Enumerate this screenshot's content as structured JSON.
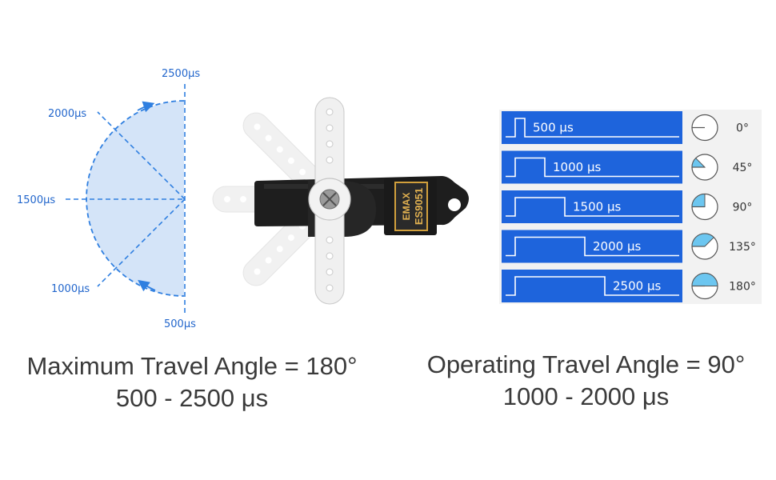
{
  "left_diagram": {
    "labels": {
      "p2500": "2500µs",
      "p2000": "2000µs",
      "p1500": "1500µs",
      "p1000": "1000µs",
      "p500": "500µs"
    }
  },
  "servo": {
    "brand": "EMAX",
    "model": "ES9051"
  },
  "pulse_table": {
    "rows": [
      {
        "pulse_label": "500 µs",
        "angle_label": "0°",
        "angle": 0
      },
      {
        "pulse_label": "1000 µs",
        "angle_label": "45°",
        "angle": 45
      },
      {
        "pulse_label": "1500 µs",
        "angle_label": "90°",
        "angle": 90
      },
      {
        "pulse_label": "2000 µs",
        "angle_label": "135°",
        "angle": 135
      },
      {
        "pulse_label": "2500 µs",
        "angle_label": "180°",
        "angle": 180
      }
    ]
  },
  "colors": {
    "accent_blue": "#2f7fe0",
    "bar_blue": "#1e64dc",
    "fill_light_blue": "#d4e4f8",
    "dial_fill": "#6cc6f0"
  },
  "captions": {
    "left_line1": "Maximum Travel Angle = 180°",
    "left_line2": "500 - 2500 μs",
    "right_line1": "Operating Travel Angle = 90°",
    "right_line2": "1000 - 2000 μs"
  }
}
